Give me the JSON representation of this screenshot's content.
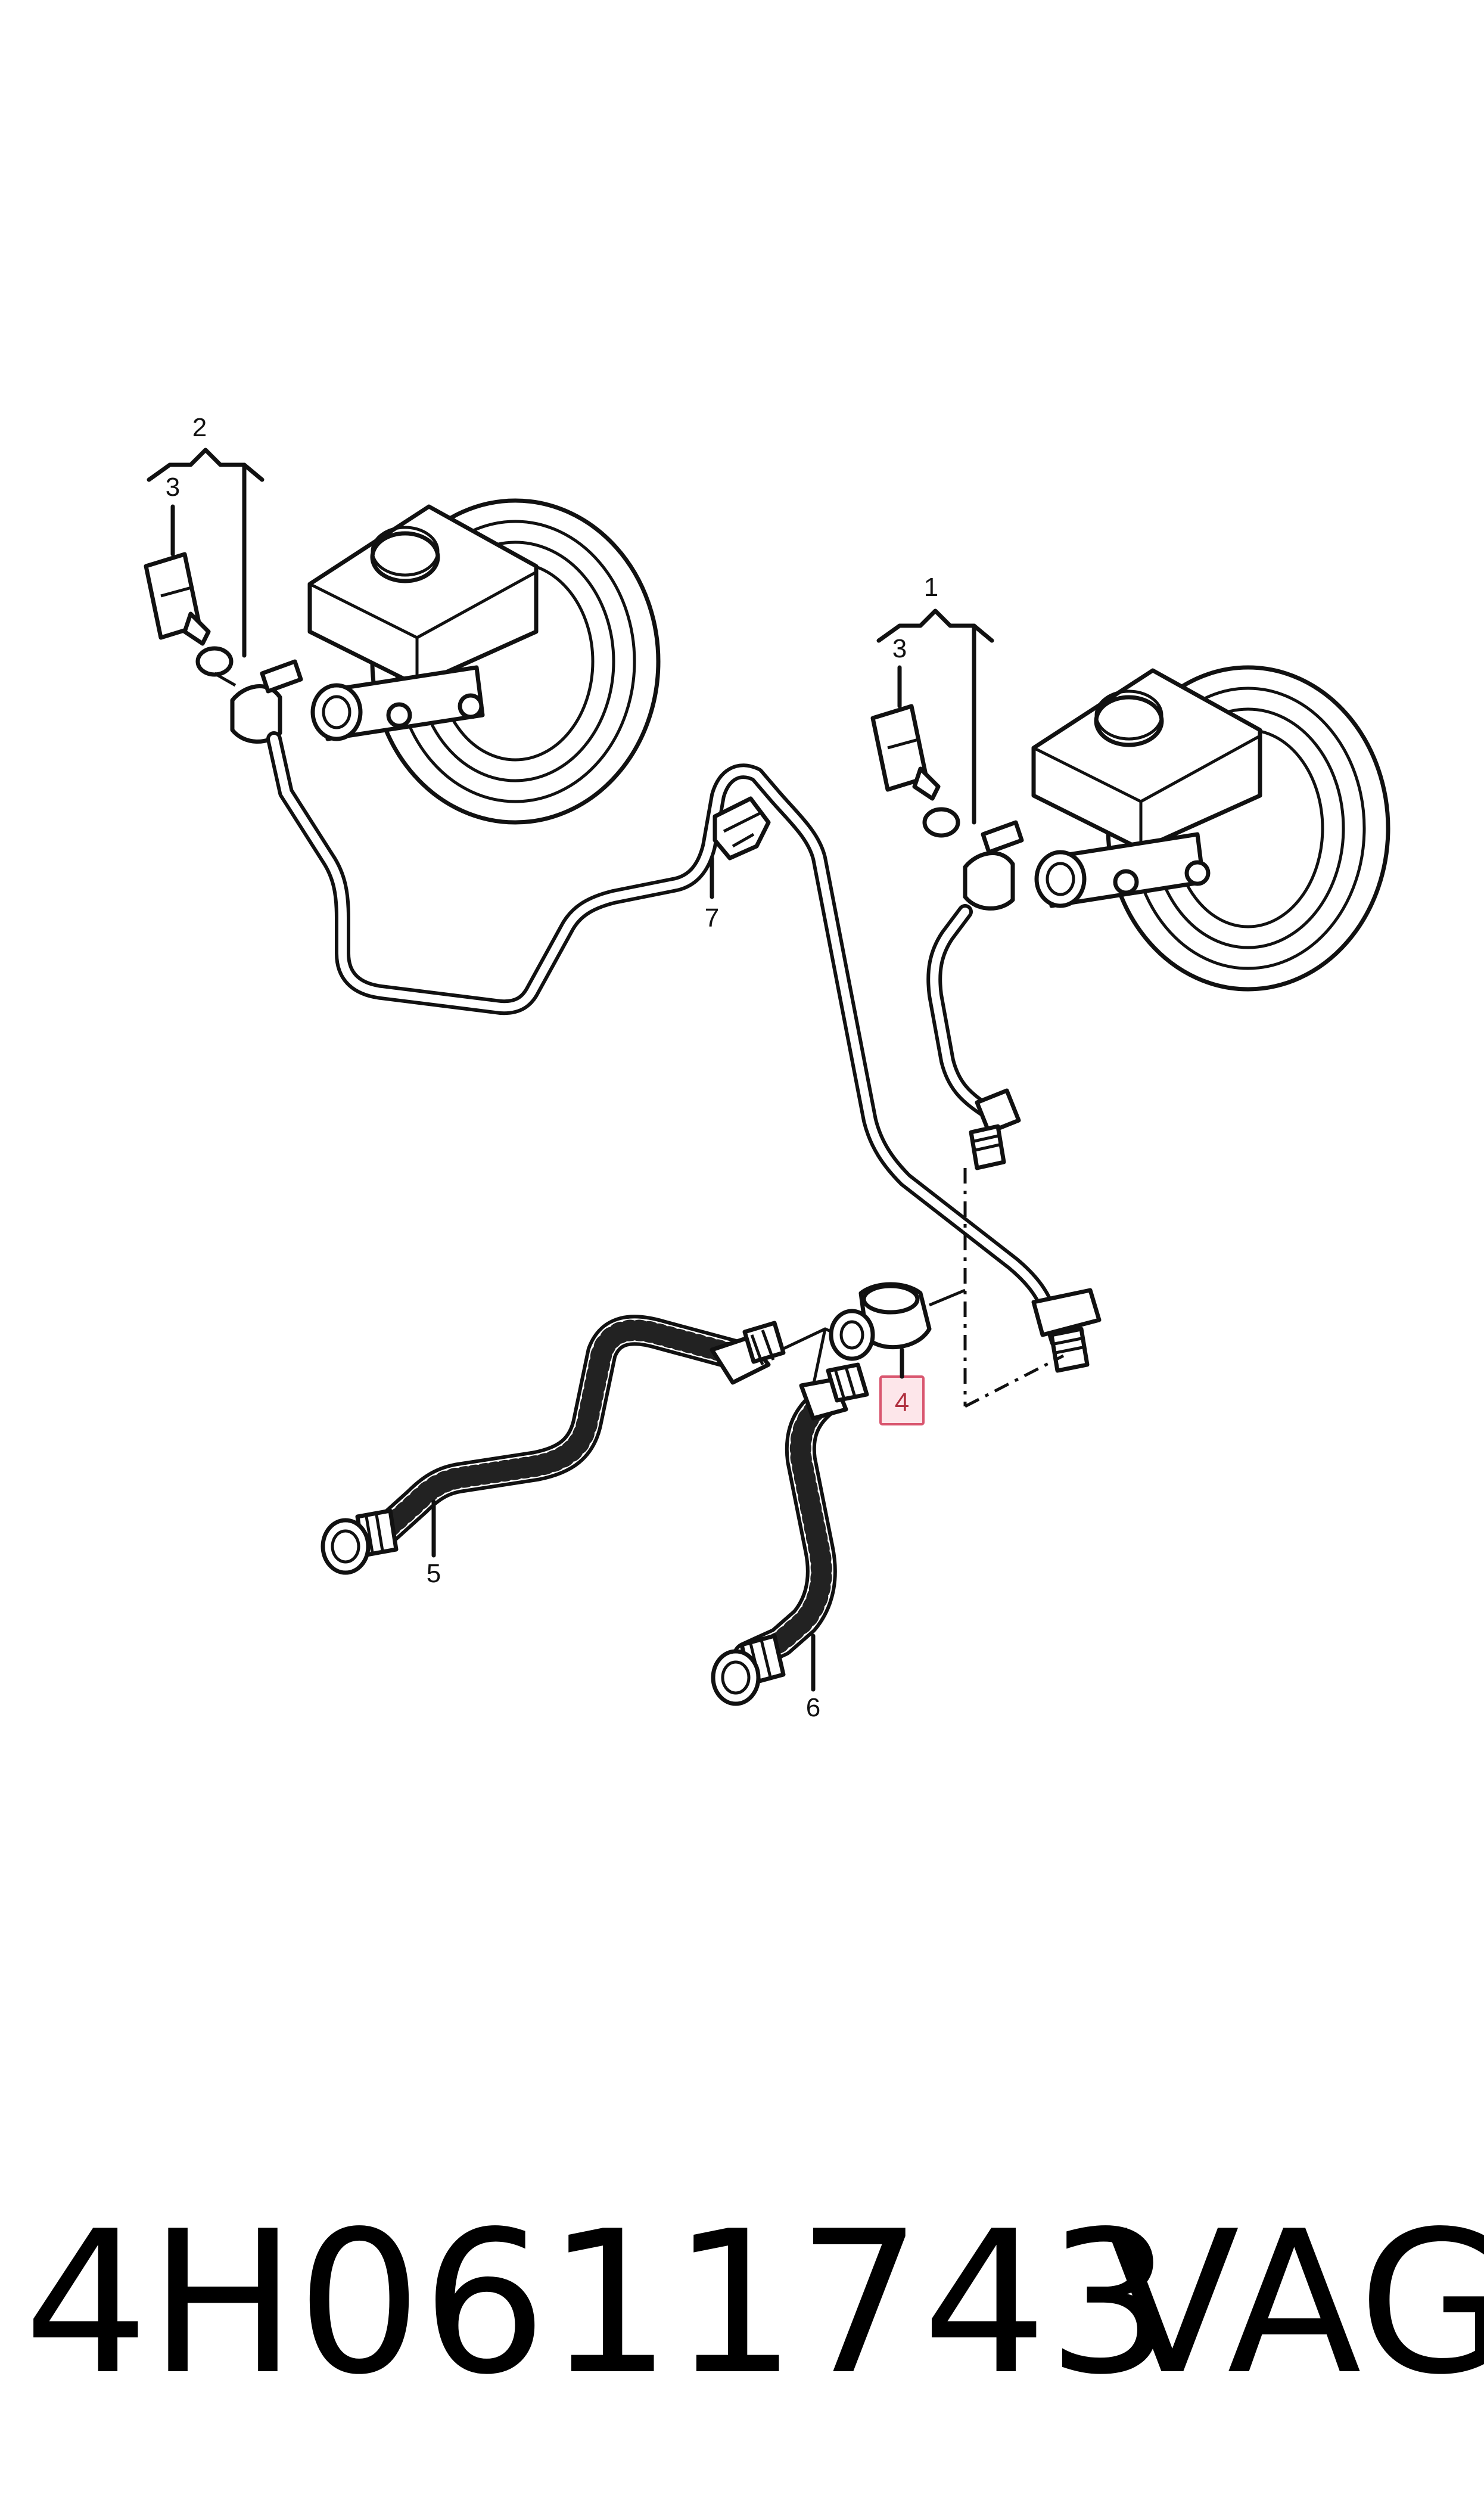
{
  "callouts": {
    "c1": "1",
    "c2": "2",
    "c3a": "3",
    "c3b": "3",
    "c4": "4",
    "c5": "5",
    "c6": "6",
    "c7": "7"
  },
  "footer": {
    "part_number": "4H0611743",
    "brand": "VAG"
  },
  "colors": {
    "highlight_fill": "#fde6ea",
    "highlight_stroke": "#d9566f"
  }
}
